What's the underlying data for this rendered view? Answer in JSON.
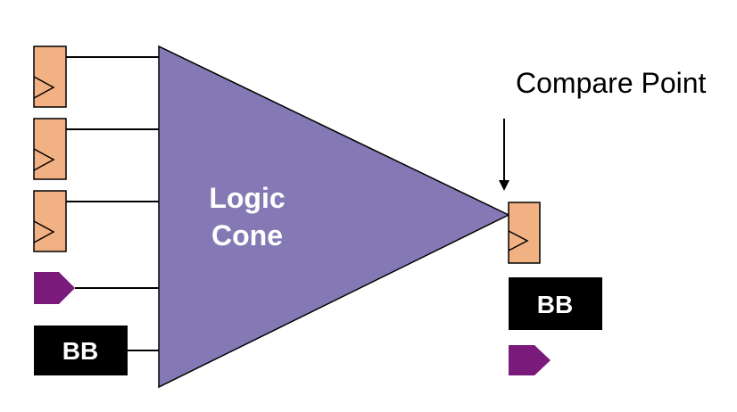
{
  "labels": {
    "logic_cone_line1": "Logic",
    "logic_cone_line2": "Cone",
    "compare_point": "Compare Point",
    "black_box_left": "BB",
    "black_box_right": "BB"
  },
  "colors": {
    "logic_cone_fill": "#8579b5",
    "flip_flop_fill": "#f2b183",
    "port_fill": "#7a1a7a",
    "black_box_fill": "#000000",
    "black_box_text": "#ffffff",
    "cone_text": "#ffffff",
    "line": "#000000"
  },
  "icons": {
    "flip_flop": "flip-flop-clock-icon",
    "port": "input-port-pentagon-icon",
    "arrow": "arrow-down-icon"
  }
}
